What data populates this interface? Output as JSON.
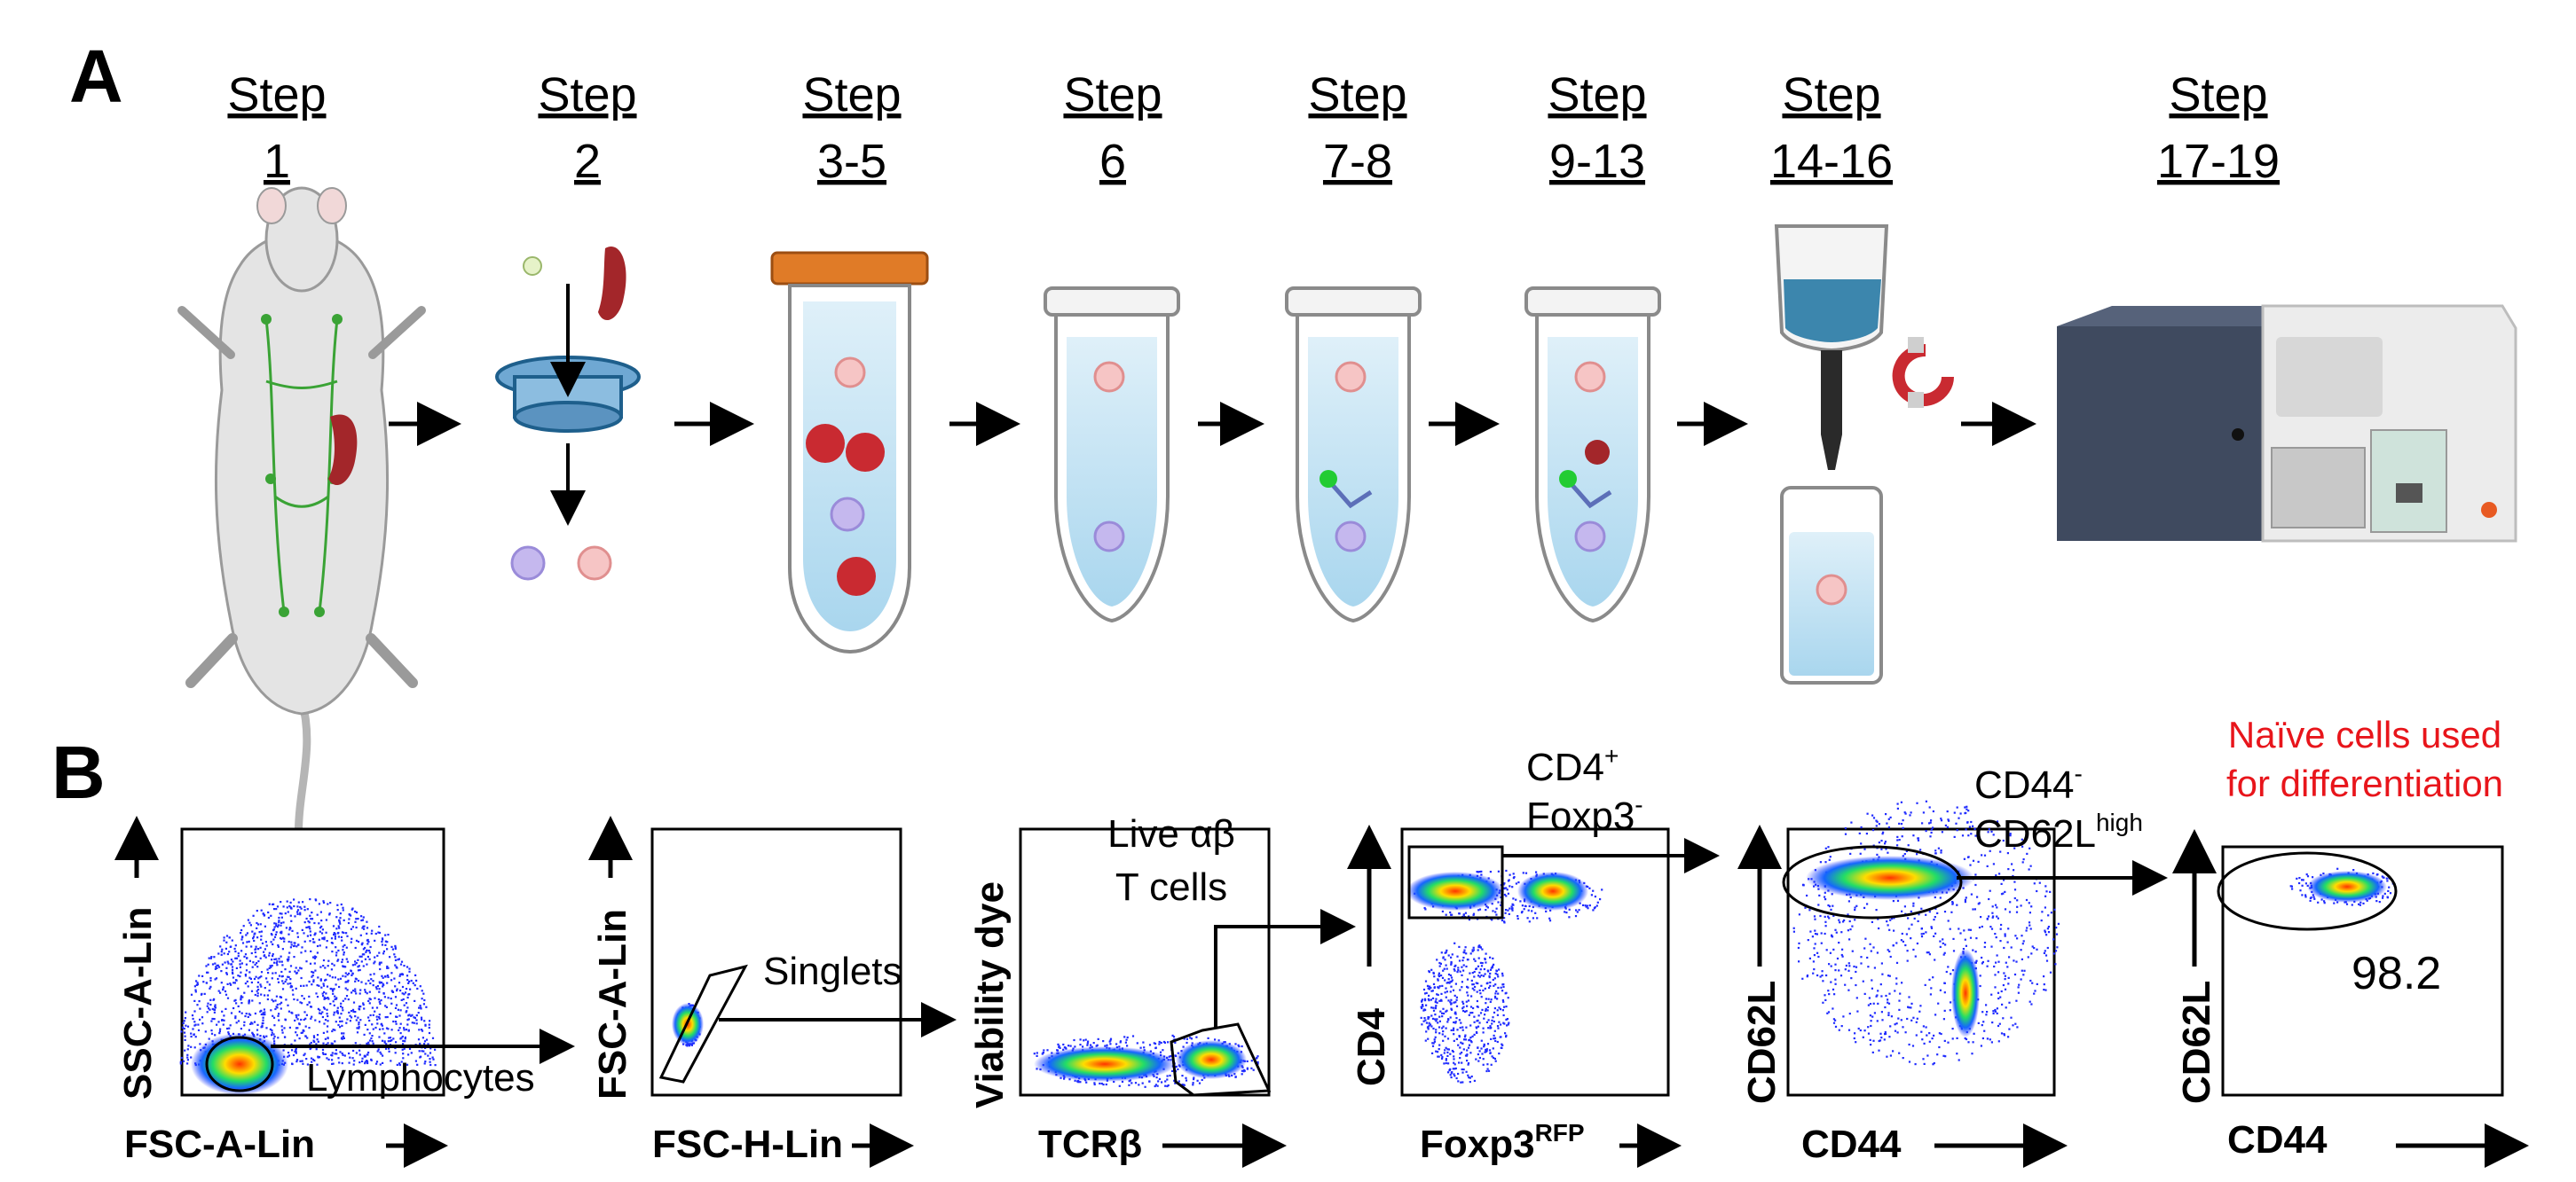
{
  "panels": {
    "a": "A",
    "b": "B"
  },
  "steps": [
    {
      "word": "Step",
      "num": "1"
    },
    {
      "word": "Step",
      "num": "2"
    },
    {
      "word": "Step",
      "num": "3-5"
    },
    {
      "word": "Step",
      "num": "6"
    },
    {
      "word": "Step",
      "num": "7-8"
    },
    {
      "word": "Step",
      "num": "9-13"
    },
    {
      "word": "Step",
      "num": "14-16"
    },
    {
      "word": "Step",
      "num": "17-19"
    }
  ],
  "plots": [
    {
      "x_label": "FSC-A-Lin",
      "y_label": "SSC-A-Lin",
      "gate": "Lymphocytes"
    },
    {
      "x_label": "FSC-H-Lin",
      "y_label": "FSC-A-Lin",
      "gate": "Singlets"
    },
    {
      "x_label": "TCRβ",
      "y_label": "Viability dye",
      "gate_line1": "Live αβ",
      "gate_line2": "T cells"
    },
    {
      "x_label": "Foxp3",
      "x_sup": "RFP",
      "y_label": "CD4",
      "gate_line1": "CD4",
      "gate_line1_sup": "+",
      "gate_line2": "Foxp3",
      "gate_line2_sup": "-"
    },
    {
      "x_label": "CD44",
      "y_label": "CD62L",
      "gate_line1": "CD44",
      "gate_line1_sup": "-",
      "gate_line2": "CD62L",
      "gate_line2_sup": "high"
    },
    {
      "x_label": "CD44",
      "y_label": "CD62L",
      "note_line1": "Naïve cells used",
      "note_line2": "for differentiation",
      "percent": "98.2"
    }
  ],
  "colors": {
    "accent_red": "#e8151b",
    "density_low": "#1f2bff",
    "density_high": "#ff3300",
    "tube_liquid": "#c4e4f3",
    "cap_orange": "#e07b27"
  }
}
